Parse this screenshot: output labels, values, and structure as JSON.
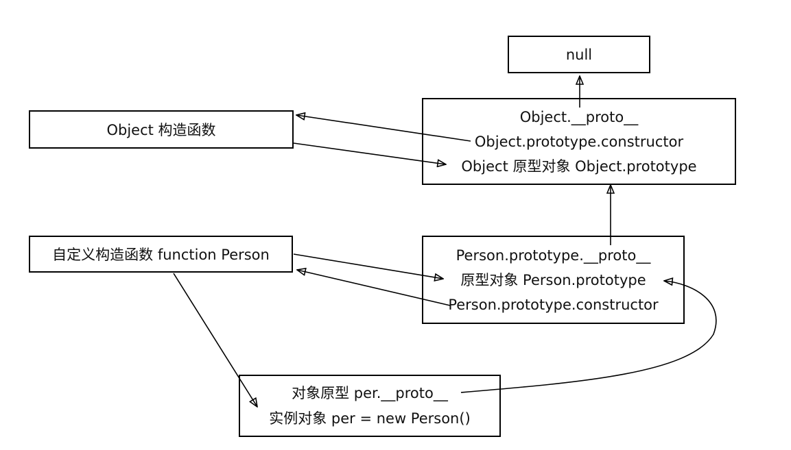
{
  "meta": {
    "background": "#ffffff",
    "line_color": "#000000",
    "text_color": "#111111"
  },
  "boxes": {
    "null_box": {
      "line1": "null"
    },
    "object_prototype_box": {
      "line1": "Object.__proto__",
      "line2": "Object.prototype.constructor",
      "line3": "Object 原型对象 Object.prototype"
    },
    "object_constructor_box": {
      "line1": "Object 构造函数"
    },
    "person_constructor_box": {
      "line1": "自定义构造函数 function Person"
    },
    "person_prototype_box": {
      "line1": "Person.prototype.__proto__",
      "line2": "原型对象 Person.prototype",
      "line3": "Person.prototype.constructor"
    },
    "instance_box": {
      "line1": "对象原型 per.__proto__",
      "line2": "实例对象 per = new Person()"
    }
  },
  "arrows": [
    {
      "name": "object-proto-to-null",
      "from": "Object.__proto__",
      "to": "null"
    },
    {
      "name": "person-prototype-proto-to-object-prototype",
      "from": "Person.prototype.__proto__",
      "to": "Object 原型对象 Object.prototype"
    },
    {
      "name": "object-prototype-constructor-to-object-constructor",
      "from": "Object.prototype.constructor",
      "to": "Object 构造函数"
    },
    {
      "name": "object-constructor-to-object-prototype",
      "from": "Object 构造函数",
      "to": "Object 原型对象 Object.prototype"
    },
    {
      "name": "person-constructor-to-person-prototype",
      "from": "自定义构造函数 function Person",
      "to": "原型对象 Person.prototype"
    },
    {
      "name": "person-prototype-constructor-to-person-constructor",
      "from": "Person.prototype.constructor",
      "to": "自定义构造函数 function Person"
    },
    {
      "name": "person-constructor-to-instance",
      "from": "自定义构造函数 function Person",
      "to": "实例对象 per = new Person()"
    },
    {
      "name": "instance-proto-to-person-prototype",
      "from": "对象原型 per.__proto__",
      "to": "原型对象 Person.prototype"
    }
  ]
}
